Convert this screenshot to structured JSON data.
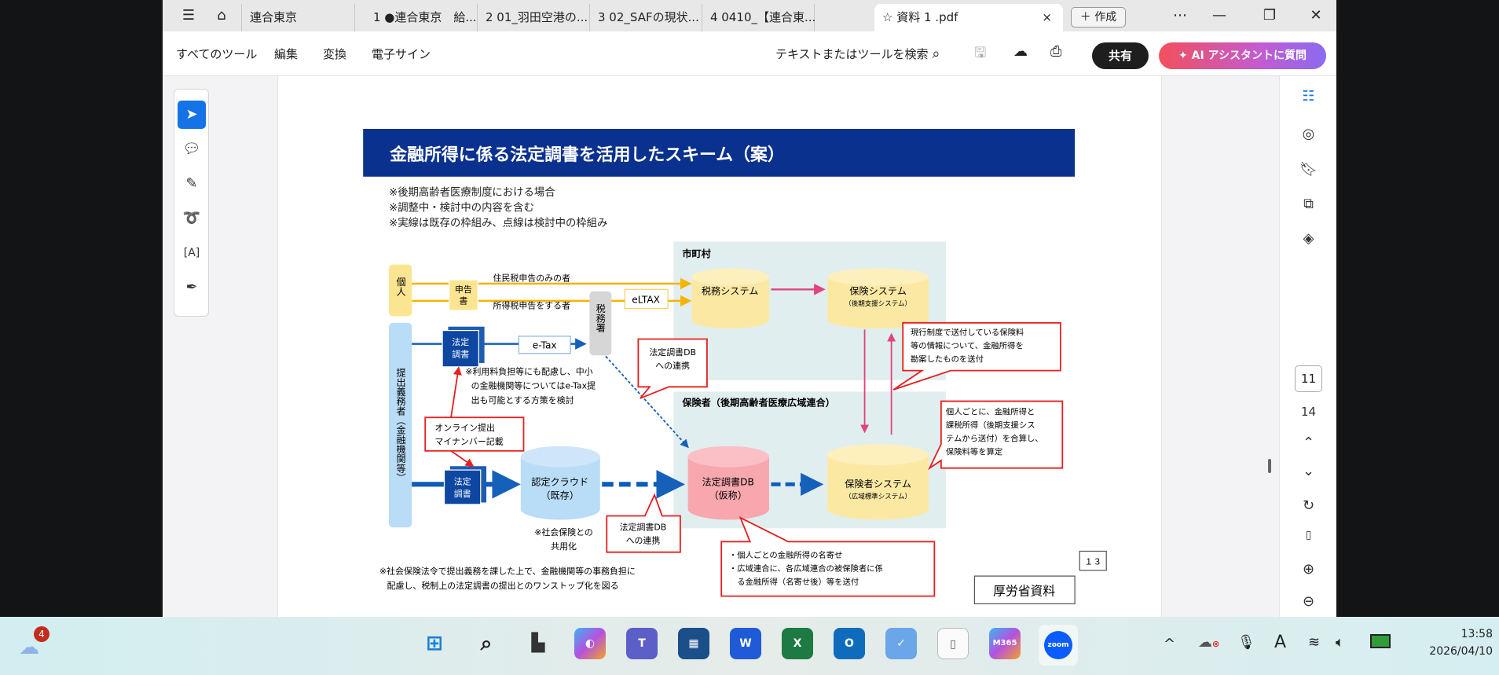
{
  "tabs": {
    "home_tab": "連合東京",
    "items": [
      "1 ●連合東京　給...",
      "2 01_羽田空港の...",
      "3 02_SAFの現状...",
      "4 0410_【連合東..."
    ],
    "active": "資料 1 .pdf",
    "new_tab": "作成"
  },
  "toolbar": {
    "menu": [
      "すべてのツール",
      "編集",
      "変換",
      "電子サイン"
    ],
    "search": "テキストまたはツールを検索",
    "share": "共有",
    "ai": "AI アシスタントに質問"
  },
  "sidebar": {
    "page_current": "11",
    "page_total": "14"
  },
  "slide": {
    "title": "金融所得に係る法定調書を活用したスキーム（案）",
    "notes": [
      "※後期高齢者医療制度における場合",
      "※調整中・検討中の内容を含む",
      "※実線は既存の枠組み、点線は検討中の枠組み"
    ],
    "kojin": "個人",
    "shinkoku": [
      "申告",
      "書"
    ],
    "line1": "住民税申告のみの者",
    "line2": "所得税申告をする者",
    "eltax": "eLTAX",
    "zeimusho": "税務署",
    "shichoson": "市町村",
    "zeimu_system": "税務システム",
    "hoken_system": "保険システム",
    "hoken_system_sub": "（後期支援システム）",
    "teishutsu": "提出義務者（金融機関等）",
    "hotei": [
      "法定",
      "調書"
    ],
    "etax": "e-Tax",
    "etax_note": [
      "※利用料負担等にも配慮し、中小",
      "の金融機関等についてはe-Tax提",
      "出も可能とする方策を検討"
    ],
    "online": [
      "オンライン提出",
      "マイナンバー記載"
    ],
    "cloud": [
      "認定クラウド",
      "（既存）"
    ],
    "cloud_note": [
      "※社会保険との",
      "共用化"
    ],
    "db_link": [
      "法定調書DB",
      "への連携"
    ],
    "hokensha": "保険者（後期高齢者医療広域連合）",
    "db": [
      "法定調書DB",
      "（仮称）"
    ],
    "hokensha_system": "保険者システム",
    "hokensha_system_sub": "（広域標準システム）",
    "callout_current": [
      "現行制度で送付している保険料",
      "等の情報について、金融所得を",
      "勘案したものを送付"
    ],
    "callout_individual": [
      "個人ごとに、金融所得と",
      "課税所得（後期支援シス",
      "テムから送付）を合算し、",
      "保険料等を算定"
    ],
    "callout_bottom": [
      "・個人ごとの金融所得の名寄せ",
      "・広域連合に、各広域連合の被保険者に係",
      "　る金融所得（名寄せ後）等を送付"
    ],
    "footer_note": [
      "※社会保険法令で提出義務を課した上で、金融機関等の事務負担に",
      "配慮し、税制上の法定調書の提出とのワンストップ化を図る"
    ],
    "page_no": "１３",
    "source": "厚労省資料"
  },
  "taskbar": {
    "weather_badge": "4",
    "time": "13:58",
    "date": "2026/04/10"
  }
}
